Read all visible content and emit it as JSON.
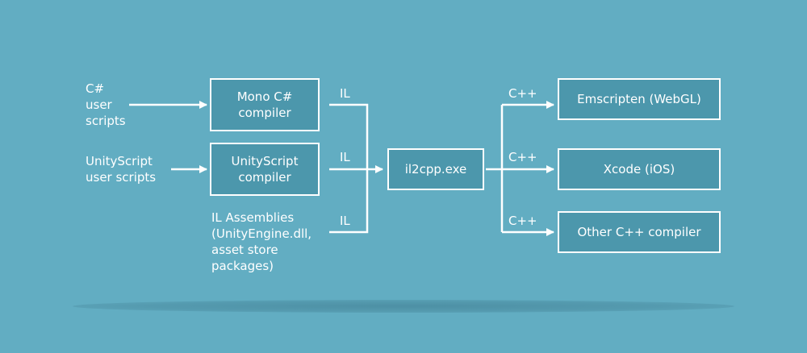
{
  "inputs": {
    "csharp_scripts": "C#\nuser\nscripts",
    "unityscript_scripts": "UnityScript\nuser scripts",
    "il_assemblies": "IL Assemblies\n(UnityEngine.dll,\nasset store\npackages)"
  },
  "compilers": {
    "mono": "Mono C#\ncompiler",
    "unityscript": "UnityScript\ncompiler"
  },
  "edge_labels": {
    "il_top": "IL",
    "il_middle": "IL",
    "il_bottom": "IL",
    "cpp_top": "C++",
    "cpp_middle": "C++",
    "cpp_bottom": "C++"
  },
  "converter": "il2cpp.exe",
  "targets": {
    "emscripten": "Emscripten (WebGL)",
    "xcode": "Xcode (iOS)",
    "other": "Other C++ compiler"
  },
  "colors": {
    "background": "#62adc2",
    "box_fill": "#4c97ac",
    "stroke": "#ffffff"
  }
}
